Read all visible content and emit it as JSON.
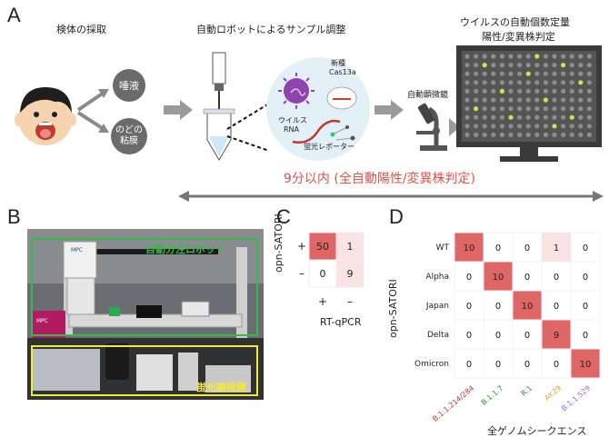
{
  "panels": {
    "a": "A",
    "b": "B",
    "c": "C",
    "d": "D"
  },
  "panel_a": {
    "sampling_title": "検体の採取",
    "saliva": "唾液",
    "nasal_line1": "のどの",
    "nasal_line2": "粘膜",
    "robot_title": "自動ロボットによるサンプル調整",
    "cas_line1": "新種",
    "cas_line2": "Cas13a",
    "virus_rna_line1": "ウイルス",
    "virus_rna_line2": "RNA",
    "reporter": "蛍光レポーター",
    "microscope": "自動顕微鏡",
    "result_line1": "ウイルスの自動個数定量",
    "result_line2": "陽性/変異株判定",
    "time_text": "9分以内 (全自動陽性/変異株判定)"
  },
  "panel_b": {
    "robot_label": "自動分注ロボット",
    "microscope_label": "蛍光顕微鏡",
    "brand_1": "MPC",
    "brand_2": "MPC"
  },
  "panel_c": {
    "ylabel": "opn-SATORI",
    "xlabel": "RT-qPCR",
    "row_signs": [
      "+",
      "–"
    ],
    "col_signs": [
      "+",
      "–"
    ]
  },
  "panel_d": {
    "ylabel": "opn-SATORI",
    "xlabel": "全ゲノムシークエンス"
  },
  "colors": {
    "accent_red": "#d9534f",
    "green_box": "#3cb54a",
    "yellow_box": "#f2e83a",
    "cell_red": "#e06666",
    "cell_light": "#f9e3e3"
  },
  "chart_data": [
    {
      "type": "heatmap",
      "rows": [
        "+",
        "–"
      ],
      "columns": [
        "+",
        "–"
      ],
      "values": [
        [
          50,
          1
        ],
        [
          0,
          9
        ]
      ],
      "xlabel": "RT-qPCR",
      "ylabel": "opn-SATORI"
    },
    {
      "type": "heatmap",
      "rows": [
        "WT",
        "Alpha",
        "Japan",
        "Delta",
        "Omicron"
      ],
      "columns": [
        "B.1.1.214/284",
        "B.1.1.7",
        "R.1",
        "AY.29",
        "B.1.1.529"
      ],
      "column_colors": [
        "#c0392b",
        "#2e8b2e",
        "#2d6fb5",
        "#e39b1b",
        "#9b6bbf"
      ],
      "values": [
        [
          10,
          0,
          0,
          1,
          0
        ],
        [
          0,
          10,
          0,
          0,
          0
        ],
        [
          0,
          0,
          10,
          0,
          0
        ],
        [
          0,
          0,
          0,
          9,
          0
        ],
        [
          0,
          0,
          0,
          0,
          10
        ]
      ],
      "xlabel": "全ゲノムシークエンス",
      "ylabel": "opn-SATORI"
    }
  ]
}
